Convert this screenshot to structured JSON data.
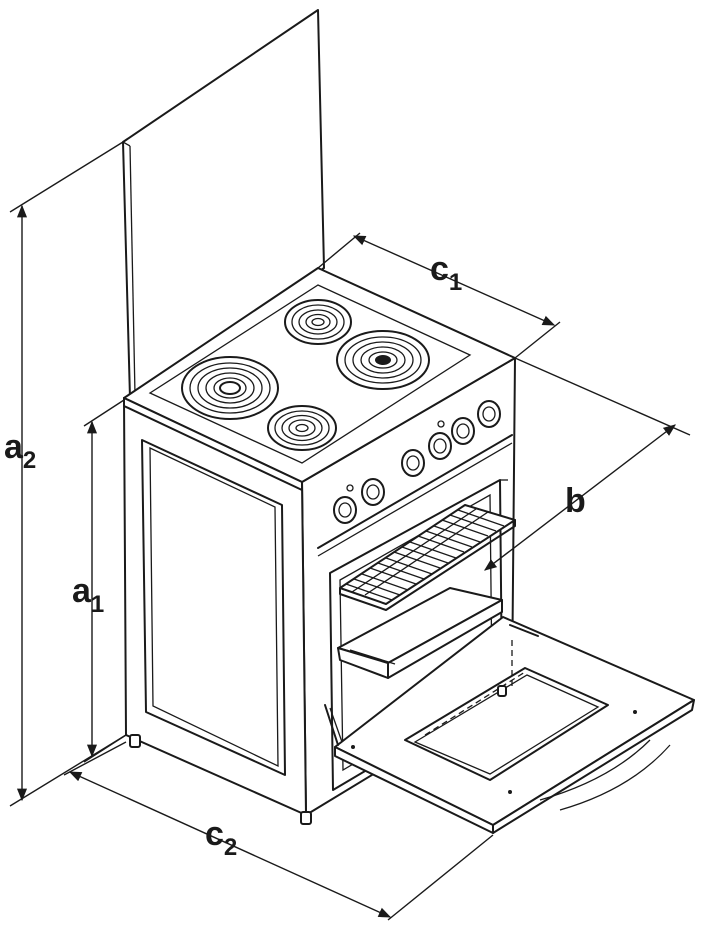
{
  "diagram": {
    "labels": {
      "a1": {
        "base": "a",
        "sub": "1"
      },
      "a2": {
        "base": "a",
        "sub": "2"
      },
      "b": {
        "base": "b",
        "sub": ""
      },
      "c1": {
        "base": "c",
        "sub": "1"
      },
      "c2": {
        "base": "c",
        "sub": "2"
      }
    }
  }
}
